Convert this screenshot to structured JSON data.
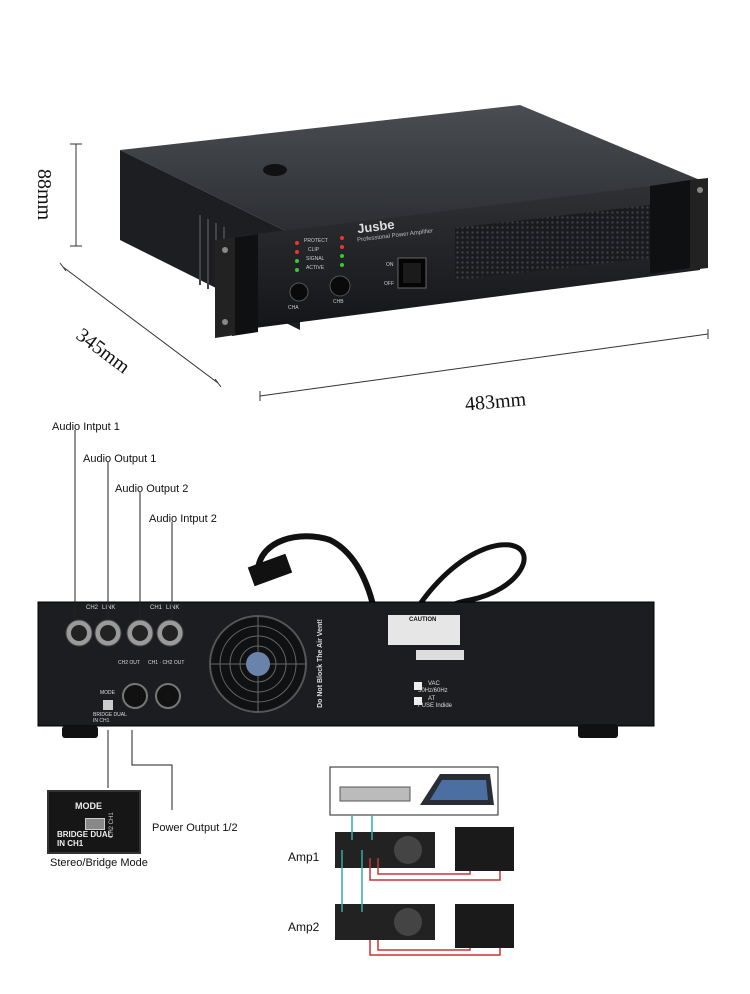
{
  "dimensions": {
    "height": "88mm",
    "depth": "345mm",
    "width": "483mm"
  },
  "front_panel": {
    "brand": "Jusbe",
    "subtitle": "Professional Power Amplifier",
    "indicators": [
      "PROTECT",
      "CLIP",
      "SIGNAL",
      "ACTIVE"
    ],
    "knob_a": "CHA",
    "knob_b": "CHB",
    "switch_on": "ON",
    "switch_off": "OFF"
  },
  "callouts": {
    "audio_input_1": "Audio Intput 1",
    "audio_output_1": "Audio Output 1",
    "audio_output_2": "Audio Output 2",
    "audio_input_2": "Audio Intput 2",
    "power_output": "Power Output 1/2",
    "mode": "Stereo/Bridge Mode"
  },
  "rear_panel": {
    "ch2": "CH2",
    "ch1": "CH1",
    "link": "LINK",
    "ch2_out": "CH2 OUT",
    "ch1_ch2_out": "CH1 · CH2 OUT",
    "mode": "MODE",
    "bridge_dual": "BRIDGE DUAL",
    "in_ch1": "IN CH1",
    "vent_warning": "Do Not Block The Air Vent!",
    "caution": "CAUTION",
    "vac": "VAC",
    "freq": "50Hz/60Hz",
    "at": "AT",
    "fuse": "FUSE Indide"
  },
  "mode_inset": {
    "title": "MODE",
    "bridge_dual": "BRIDGE DUAL",
    "in_ch1": "IN CH1",
    "ch": "CH2 CH1"
  },
  "diagram": {
    "amp1": "Amp1",
    "amp2": "Amp2"
  }
}
